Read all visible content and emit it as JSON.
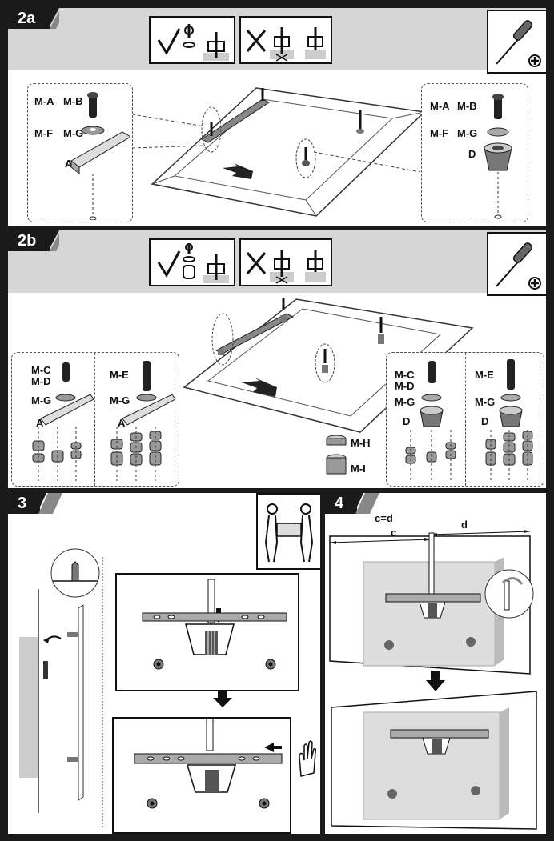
{
  "panels": {
    "p2a": {
      "number": "2a",
      "left_labels": {
        "ma": "M-A",
        "mb": "M-B",
        "mf": "M-F",
        "mg": "M-G",
        "a": "A"
      },
      "right_labels": {
        "ma": "M-A",
        "mb": "M-B",
        "mf": "M-F",
        "mg": "M-G",
        "d": "D"
      }
    },
    "p2b": {
      "number": "2b",
      "left1_labels": {
        "mc": "M-C",
        "md": "M-D",
        "mg": "M-G",
        "a": "A"
      },
      "left2_labels": {
        "me": "M-E",
        "mg": "M-G",
        "a": "A"
      },
      "right1_labels": {
        "mc": "M-C",
        "md": "M-D",
        "mg": "M-G",
        "d": "D"
      },
      "right2_labels": {
        "me": "M-E",
        "mg": "M-G",
        "d": "D"
      },
      "spacers": {
        "mh": "M-H",
        "mi": "M-I"
      }
    },
    "p3": {
      "number": "3"
    },
    "p4": {
      "number": "4",
      "formula": "c=d",
      "c": "c",
      "d": "d"
    }
  },
  "icons": [
    "check-icon",
    "cross-icon",
    "screwdriver-icon",
    "phillips-icon",
    "two-people-icon",
    "hand-icon",
    "arrow-icon"
  ]
}
